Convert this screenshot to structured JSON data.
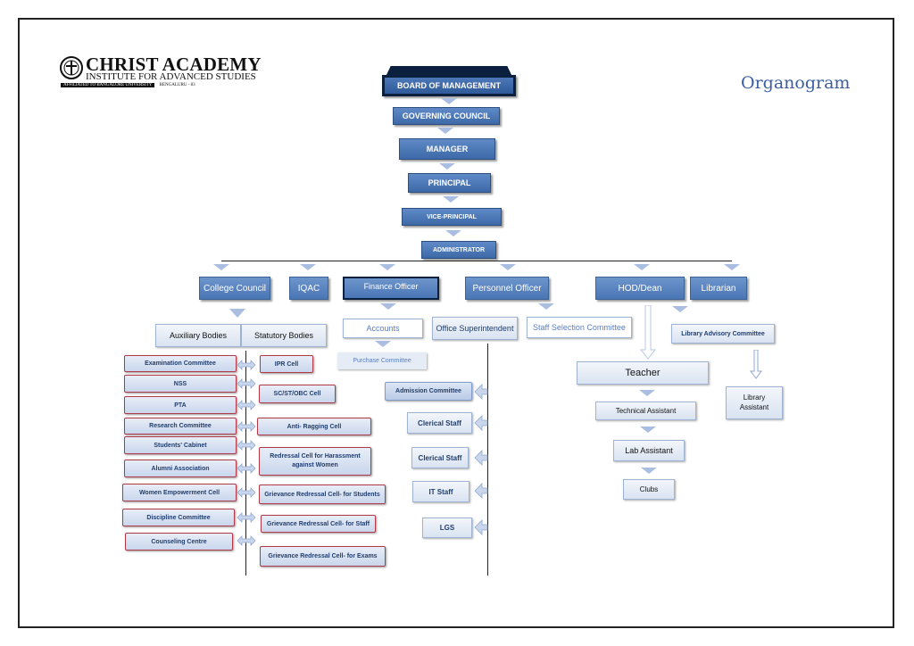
{
  "logo": {
    "title": "CHRIST ACADEMY",
    "subtitle": "INSTITUTE FOR ADVANCED STUDIES",
    "affiliation": "AFFILIATED TO BANGALORE UNIVERSITY",
    "city": "BENGALURU - 83"
  },
  "heading": "Organogram",
  "hierarchy": {
    "board": "BOARD OF MANAGEMENT",
    "governing": "GOVERNING COUNCIL",
    "manager": "MANAGER",
    "principal": "PRINCIPAL",
    "vice_principal": "VICE-PRINCIPAL",
    "administrator": "ADMINISTRATOR"
  },
  "departments": {
    "college_council": "College Council",
    "iqac": "IQAC",
    "finance": "Finance Officer",
    "personnel": "Personnel Officer",
    "hod": "HOD/Dean",
    "librarian": "Librarian"
  },
  "college": {
    "auxiliary": "Auxiliary Bodies",
    "statutory": "Statutory Bodies",
    "auxiliary_items": [
      "Examination Committee",
      "NSS",
      "PTA",
      "Research Committee",
      "Students' Cabinet",
      "Alumni Association",
      "Women Empowerment Cell",
      "Discipline Committee",
      "Counseling Centre"
    ],
    "statutory_items": [
      "IPR Cell",
      "SC/ST/OBC Cell",
      "Anti- Ragging Cell",
      "Redressal Cell for Harassment against Women",
      "Grievance Redressal Cell- for Students",
      "Grievance Redressal Cell- for Staff",
      "Grievance Redressal Cell- for Exams"
    ]
  },
  "finance": {
    "accounts": "Accounts",
    "purchase": "Purchase Committee"
  },
  "personnel": {
    "superintendent": "Office Superintendent",
    "selection": "Staff Selection Committee",
    "items": [
      "Admission Committee",
      "Clerical Staff",
      "Clerical Staff",
      "IT Staff",
      "LGS"
    ]
  },
  "hod": {
    "teacher": "Teacher",
    "technical": "Technical Assistant",
    "lab": "Lab Assistant",
    "clubs": "Clubs"
  },
  "library": {
    "advisory": "Library Advisory Committee",
    "assistant": "Library Assistant"
  }
}
